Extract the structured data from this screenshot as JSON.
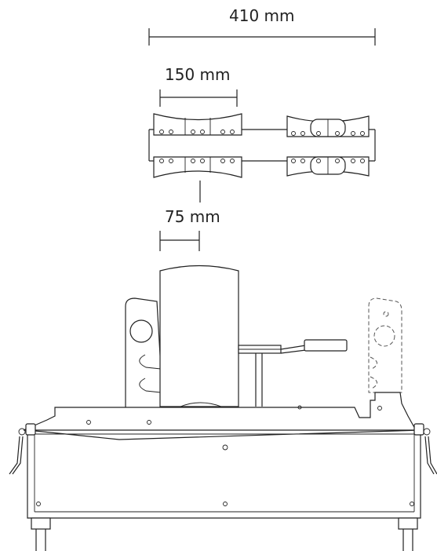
{
  "dimensions": {
    "overall_width": "410 mm",
    "guide_width": "150 mm",
    "center_offset": "75 mm"
  }
}
